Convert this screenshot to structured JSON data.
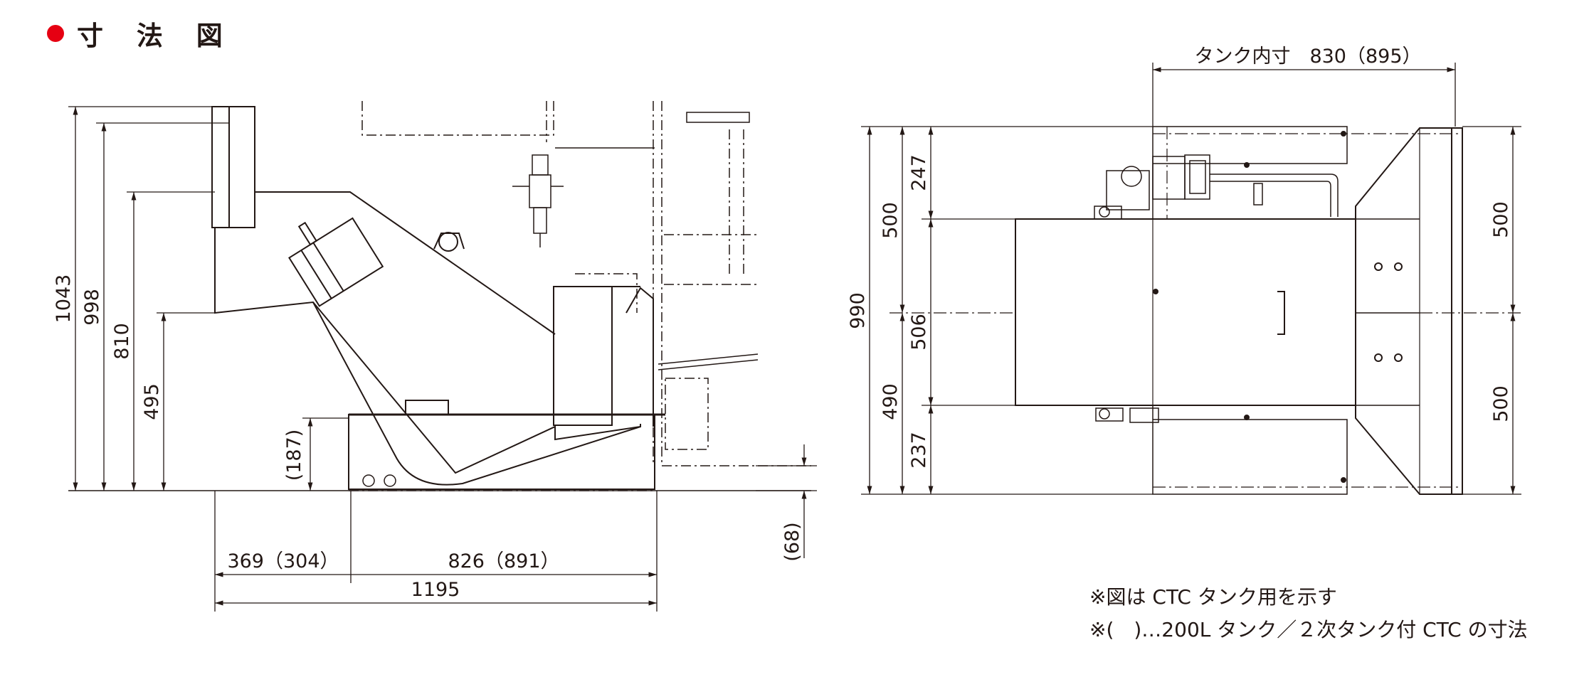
{
  "title": {
    "bullet_color": "#e60012",
    "text": "寸 法 図"
  },
  "side_view": {
    "dims": {
      "h1043": "1043",
      "h998": "998",
      "h810": "810",
      "h495": "495",
      "h187": "(187)",
      "w369": "369（304）",
      "w826": "826（891）",
      "w1195": "1195",
      "h68": "(68)"
    }
  },
  "top_view": {
    "dims": {
      "tank_inner": "タンク内寸　830（895）",
      "h990": "990",
      "h500": "500",
      "h247": "247",
      "h506": "506",
      "h490": "490",
      "h237": "237",
      "r500a": "500",
      "r500b": "500"
    }
  },
  "notes": [
    "※図は CTC タンク用を示す",
    "※(　)…200L タンク／２次タンク付 CTC の寸法"
  ]
}
